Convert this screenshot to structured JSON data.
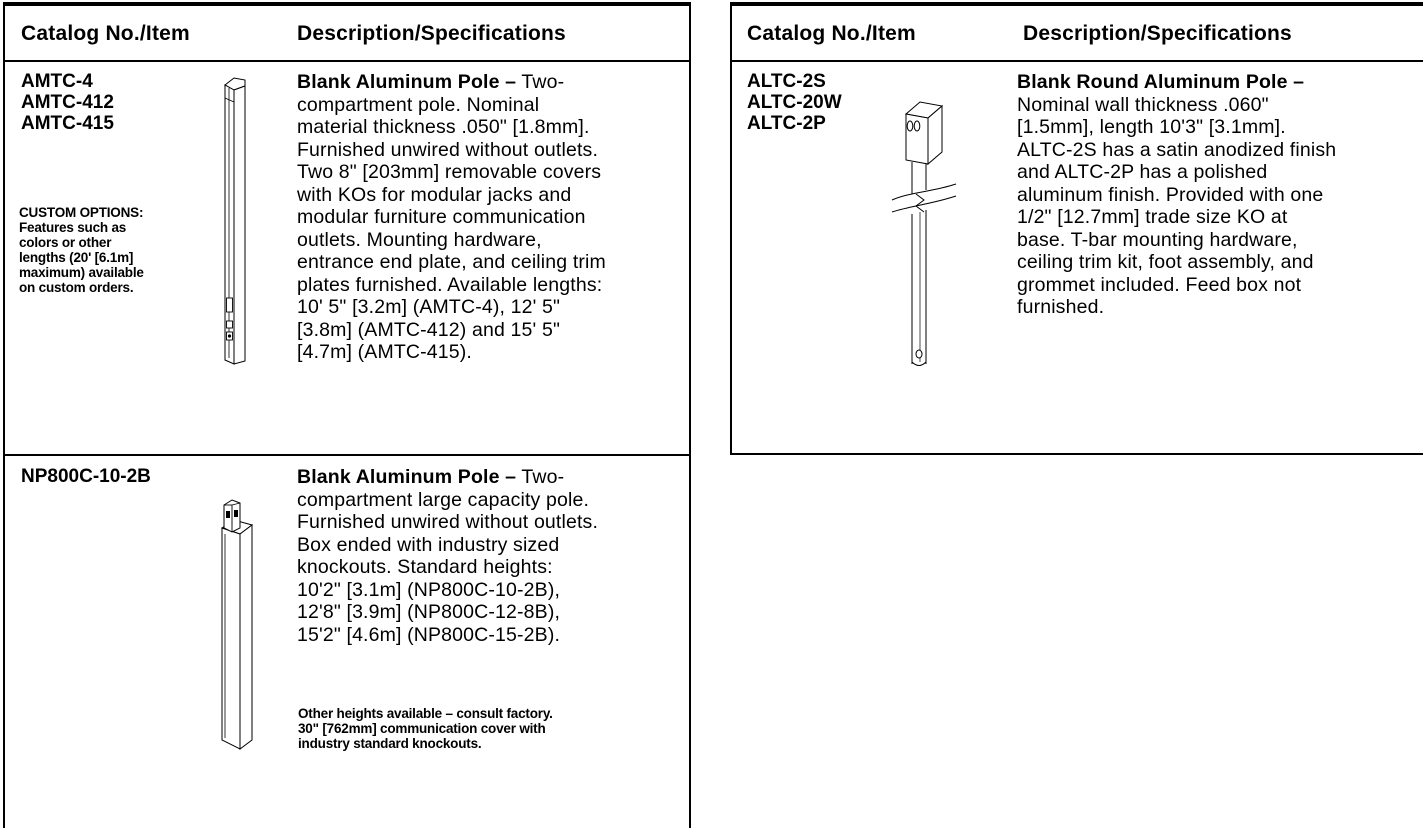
{
  "left_table": {
    "headers": {
      "catalog": "Catalog No./Item",
      "description": "Description/Specifications"
    },
    "rows": [
      {
        "catalog": [
          "AMTC-4",
          "AMTC-412",
          "AMTC-415"
        ],
        "custom_note": [
          "CUSTOM OPTIONS:",
          "Features such as",
          "colors or other",
          "lengths (20' [6.1m]",
          "maximum) available",
          "on custom orders."
        ],
        "title": "Blank Aluminum Pole –",
        "description_lines": [
          " Two-",
          "compartment pole. Nominal",
          "material thickness .050\" [1.8mm].",
          "Furnished unwired without outlets.",
          "Two 8\" [203mm] removable covers",
          "with KOs for modular jacks and",
          "modular furniture communication",
          "outlets. Mounting hardware,",
          "entrance end plate, and ceiling trim",
          "plates furnished. Available lengths:",
          "10' 5\" [3.2m] (AMTC-4), 12' 5\"",
          "[3.8m] (AMTC-412) and 15' 5\"",
          "[4.7m] (AMTC-415)."
        ],
        "icon": "pole-two-compartment-icon"
      },
      {
        "catalog": [
          "NP800C-10-2B"
        ],
        "title": "Blank Aluminum Pole –",
        "description_lines": [
          " Two-",
          "compartment large capacity pole.",
          "Furnished unwired without outlets.",
          "Box ended with industry sized",
          "knockouts. Standard heights:",
          "10'2\" [3.1m] (NP800C-10-2B),",
          "12'8\" [3.9m] (NP800C-12-8B),",
          "15'2\" [4.6m] (NP800C-15-2B)."
        ],
        "note_lines": [
          "Other heights available – consult factory.",
          "30\" [762mm] communication cover with",
          "industry standard knockouts."
        ],
        "icon": "pole-large-capacity-icon"
      }
    ]
  },
  "right_table": {
    "headers": {
      "catalog": "Catalog No./Item",
      "description": "Description/Specifications"
    },
    "rows": [
      {
        "catalog": [
          "ALTC-2S",
          "ALTC-20W",
          "ALTC-2P"
        ],
        "title": "Blank Round Aluminum Pole –",
        "description_lines": [
          "Nominal wall thickness .060\"",
          "[1.5mm], length 10'3\" [3.1mm].",
          "ALTC-2S has a satin anodized finish",
          "and ALTC-2P has a polished",
          "aluminum finish. Provided with one",
          "1/2\" [12.7mm] trade size KO at",
          "base. T-bar mounting hardware,",
          "ceiling trim kit, foot assembly, and",
          "grommet included. Feed box not",
          "furnished."
        ],
        "icon": "round-pole-broken-icon"
      }
    ]
  }
}
